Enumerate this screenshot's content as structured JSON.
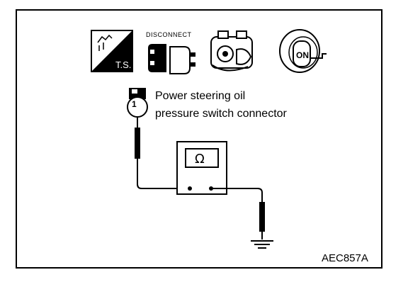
{
  "figure": {
    "icons": {
      "ts_label": "T.S.",
      "disconnect_label": "DISCONNECT",
      "ignition_label": "ON"
    },
    "callout_number": "1",
    "connector_label_line1": "Power steering oil",
    "connector_label_line2": "pressure switch connector",
    "meter_symbol": "Ω",
    "figure_code": "AEC857A"
  }
}
